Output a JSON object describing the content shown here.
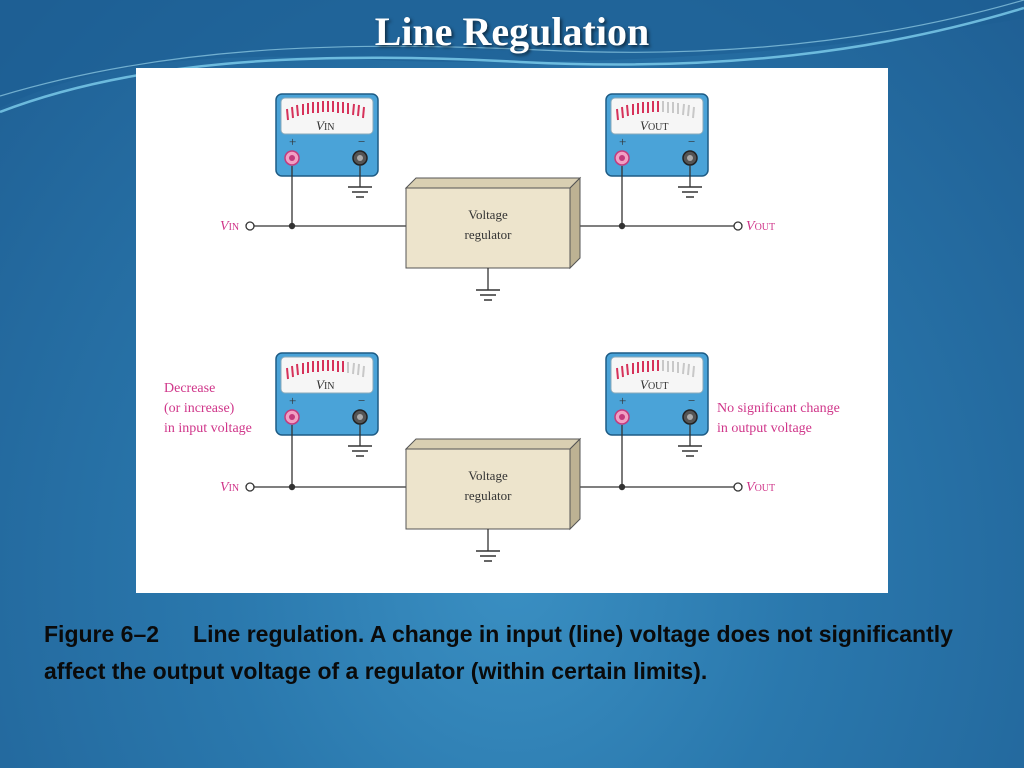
{
  "slide": {
    "title": "Line Regulation"
  },
  "figure": {
    "top": {
      "meter_in": {
        "letter": "V",
        "sub": "IN",
        "plus": "+",
        "minus": "−"
      },
      "meter_out": {
        "letter": "V",
        "sub": "OUT",
        "plus": "+",
        "minus": "−"
      },
      "regulator": {
        "line1": "Voltage",
        "line2": "regulator"
      },
      "terminal_in": {
        "letter": "V",
        "sub": "IN"
      },
      "terminal_out": {
        "letter": "V",
        "sub": "OUT"
      }
    },
    "bottom": {
      "meter_in": {
        "letter": "V",
        "sub": "IN",
        "plus": "+",
        "minus": "−"
      },
      "meter_out": {
        "letter": "V",
        "sub": "OUT",
        "plus": "+",
        "minus": "−"
      },
      "regulator": {
        "line1": "Voltage",
        "line2": "regulator"
      },
      "terminal_in": {
        "letter": "V",
        "sub": "IN"
      },
      "terminal_out": {
        "letter": "V",
        "sub": "OUT"
      },
      "note_left": [
        "Decrease",
        "(or increase)",
        "in input voltage"
      ],
      "note_right": [
        "No significant change",
        "in output voltage"
      ]
    }
  },
  "caption": {
    "figure_label": "Figure 6–2",
    "text": "Line regulation. A change in input (line) voltage does not significantly affect the output voltage of a regulator (within certain limits)."
  },
  "colors": {
    "background": "#2a78ad",
    "meter_blue": "#4aa3d8",
    "regulator_fill": "#ede4cc",
    "label_pink": "#d0368a",
    "scale_red": "#d6325a"
  }
}
